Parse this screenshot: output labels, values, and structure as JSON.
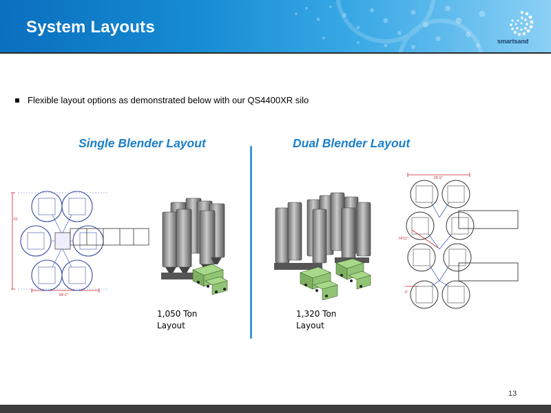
{
  "slide": {
    "title": "System Layouts",
    "page_number": "13",
    "logo_text_smart": "smart",
    "logo_text_sand": "sand"
  },
  "bullet": {
    "text": "Flexible layout options as demonstrated below with our QS4400XR silo"
  },
  "single": {
    "title": "Single Blender Layout",
    "caption_line1": "1,050 Ton",
    "caption_line2": "Layout",
    "dim_height": "61'",
    "dim_width": "84'-2\""
  },
  "dual": {
    "title": "Dual Blender Layout",
    "caption_line1": "1,320 Ton",
    "caption_line2": "Layout",
    "dim_top": "25'-5\"",
    "dim_side": "74'11\"",
    "dim_bottom": "6\""
  },
  "colors": {
    "header_dark": "#0a6fbf",
    "header_light": "#8bd0f5",
    "accent_title": "#1b7fcc",
    "divider": "#3e95d6",
    "footer": "#3c3c3c"
  }
}
